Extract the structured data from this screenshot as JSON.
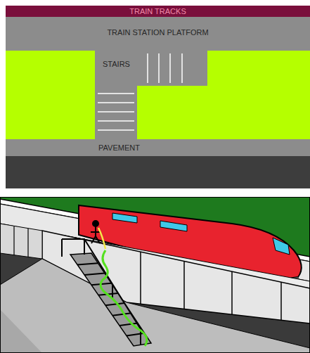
{
  "diagram": {
    "nodes": [
      {
        "text": [
          "TRAIN TRACKS"
        ]
      },
      {
        "text": [
          "TRAIN STATION PLATFORM"
        ]
      },
      {
        "text": [
          "STAIRS"
        ]
      },
      {
        "text": [
          "PAVEMENT"
        ]
      }
    ]
  }
}
